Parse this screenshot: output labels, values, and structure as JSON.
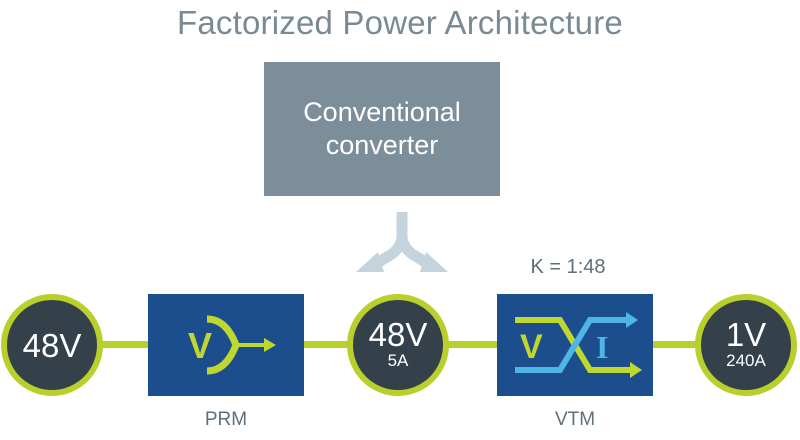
{
  "title": "Factorized Power Architecture",
  "conventional": {
    "line1": "Conventional",
    "line2": "converter"
  },
  "k_ratio": "K = 1:48",
  "input_node": {
    "voltage": "48V"
  },
  "mid_node": {
    "voltage": "48V",
    "current": "5A"
  },
  "output_node": {
    "voltage": "1V",
    "current": "240A"
  },
  "prm": {
    "label": "PRM",
    "icon_letter": "V"
  },
  "vtm": {
    "label": "VTM",
    "icon_letter_v": "V",
    "icon_letter_i": "I"
  },
  "colors": {
    "line": "#b9d02c",
    "node_fill": "#34414b",
    "module_fill": "#1c4d8c",
    "converter_fill": "#7c8e99",
    "arrow_fill": "#c5d3dc",
    "icon_lime": "#c0d730",
    "icon_cyan": "#4fb5e6"
  }
}
